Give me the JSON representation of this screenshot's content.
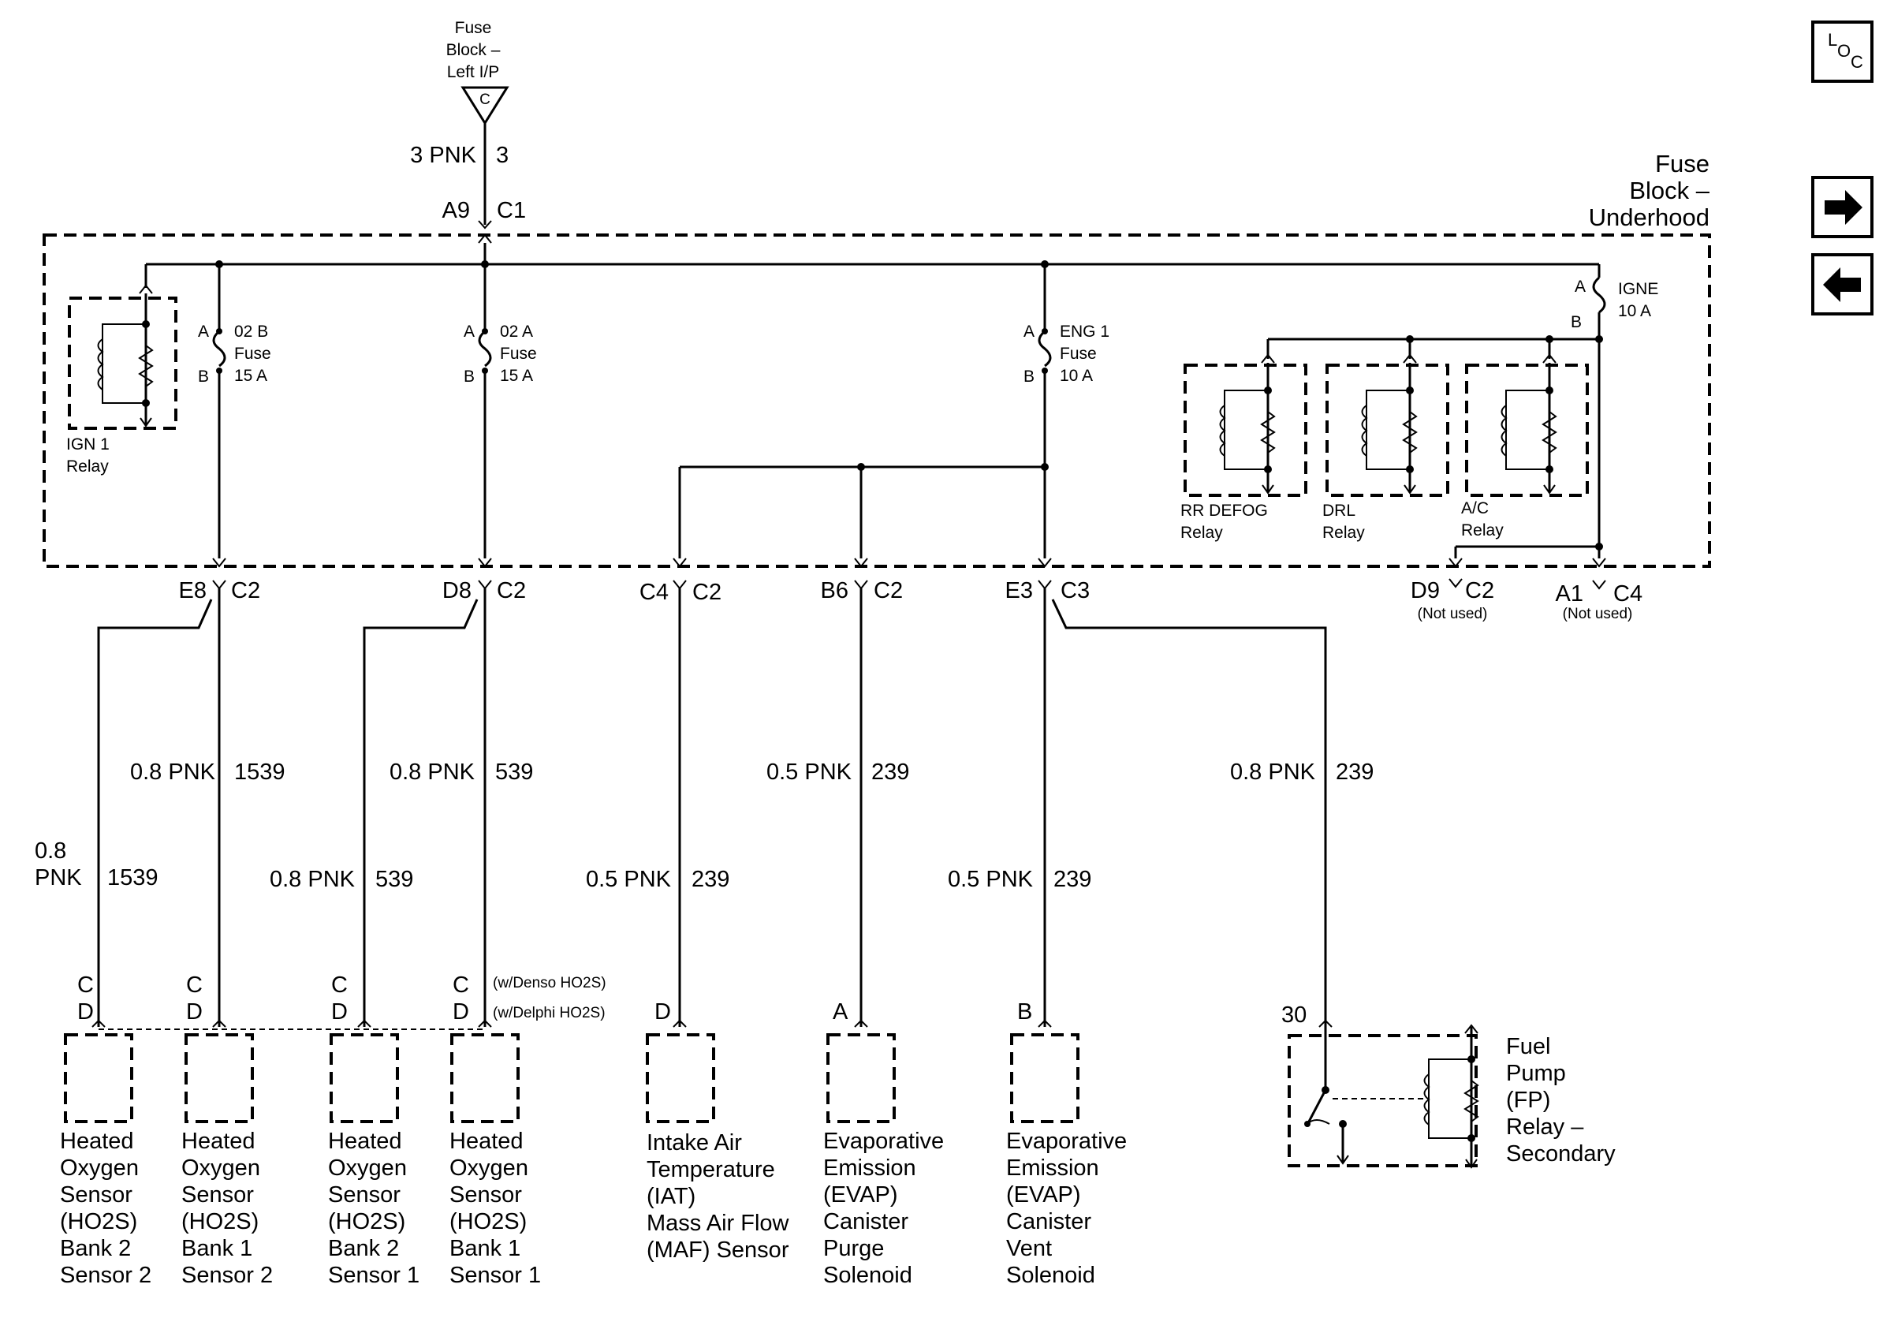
{
  "source": {
    "title_lines": [
      "Fuse",
      "Block –",
      "Left I/P"
    ],
    "connector": "C",
    "wire_size_color": "3 PNK",
    "circuit": "3",
    "terminal": "A9",
    "connector_id": "C1"
  },
  "underhood_block": {
    "title_lines": [
      "Fuse",
      "Block –",
      "Underhood"
    ]
  },
  "relays": {
    "ign1": [
      "IGN 1",
      "Relay"
    ],
    "rr_defog": [
      "RR DEFOG",
      "Relay"
    ],
    "drl": [
      "DRL",
      "Relay"
    ],
    "ac": [
      "A/C",
      "Relay"
    ]
  },
  "fuses": {
    "o2b": {
      "pin_a": "A",
      "pin_b": "B",
      "lines": [
        "02 B",
        "Fuse",
        "15 A"
      ]
    },
    "o2a": {
      "pin_a": "A",
      "pin_b": "B",
      "lines": [
        "02 A",
        "Fuse",
        "15 A"
      ]
    },
    "eng1": {
      "pin_a": "A",
      "pin_b": "B",
      "lines": [
        "ENG 1",
        "Fuse",
        "10 A"
      ]
    },
    "igne": {
      "pin_a": "A",
      "pin_b": "B",
      "lines": [
        "IGNE",
        "10 A"
      ]
    }
  },
  "outputs": {
    "e8": {
      "terminal": "E8",
      "connector": "C2"
    },
    "d8": {
      "terminal": "D8",
      "connector": "C2"
    },
    "c4": {
      "terminal": "C4",
      "connector": "C2"
    },
    "b6": {
      "terminal": "B6",
      "connector": "C2"
    },
    "e3": {
      "terminal": "E3",
      "connector": "C3"
    },
    "d9": {
      "terminal": "D9",
      "connector": "C2",
      "note": "(Not used)"
    },
    "a1": {
      "terminal": "A1",
      "connector": "C4",
      "note": "(Not used)"
    }
  },
  "wires": {
    "w1539_upper": {
      "size": "0.8 PNK",
      "circuit": "1539"
    },
    "w1539_lower": {
      "size_lines": [
        "0.8",
        "PNK"
      ],
      "circuit": "1539"
    },
    "w539_upper": {
      "size": "0.8 PNK",
      "circuit": "539"
    },
    "w539_lower": {
      "size": "0.8 PNK",
      "circuit": "539"
    },
    "w239_iat": {
      "size": "0.5 PNK",
      "circuit": "239"
    },
    "w239_purge_upper": {
      "size": "0.5 PNK",
      "circuit": "239"
    },
    "w239_vent": {
      "size": "0.5 PNK",
      "circuit": "239"
    },
    "w239_fp": {
      "size": "0.8 PNK",
      "circuit": "239"
    }
  },
  "pin_labels": {
    "denso": "C",
    "delphi": "D",
    "denso_note": "(w/Denso HO2S)",
    "delphi_note": "(w/Delphi HO2S)",
    "iat": "D",
    "purge": "A",
    "vent": "B",
    "fp": "30"
  },
  "components": {
    "ho2s_b2s2": [
      "Heated",
      "Oxygen",
      "Sensor",
      "(HO2S)",
      "Bank 2",
      "Sensor 2"
    ],
    "ho2s_b1s2": [
      "Heated",
      "Oxygen",
      "Sensor",
      "(HO2S)",
      "Bank 1",
      "Sensor 2"
    ],
    "ho2s_b2s1": [
      "Heated",
      "Oxygen",
      "Sensor",
      "(HO2S)",
      "Bank 2",
      "Sensor 1"
    ],
    "ho2s_b1s1": [
      "Heated",
      "Oxygen",
      "Sensor",
      "(HO2S)",
      "Bank 1",
      "Sensor 1"
    ],
    "iat_maf": [
      "Intake Air",
      "Temperature",
      "(IAT)",
      "Mass Air Flow",
      "(MAF) Sensor"
    ],
    "evap_purge": [
      "Evaporative",
      "Emission",
      "(EVAP)",
      "Canister",
      "Purge",
      "Solenoid"
    ],
    "evap_vent": [
      "Evaporative",
      "Emission",
      "(EVAP)",
      "Canister",
      "Vent",
      "Solenoid"
    ],
    "fp_relay": [
      "Fuel",
      "Pump",
      "(FP)",
      "Relay –",
      "Secondary"
    ]
  },
  "nav": {
    "loc_icon": "location-icon",
    "next_icon": "arrow-right-icon",
    "prev_icon": "arrow-left-icon"
  }
}
